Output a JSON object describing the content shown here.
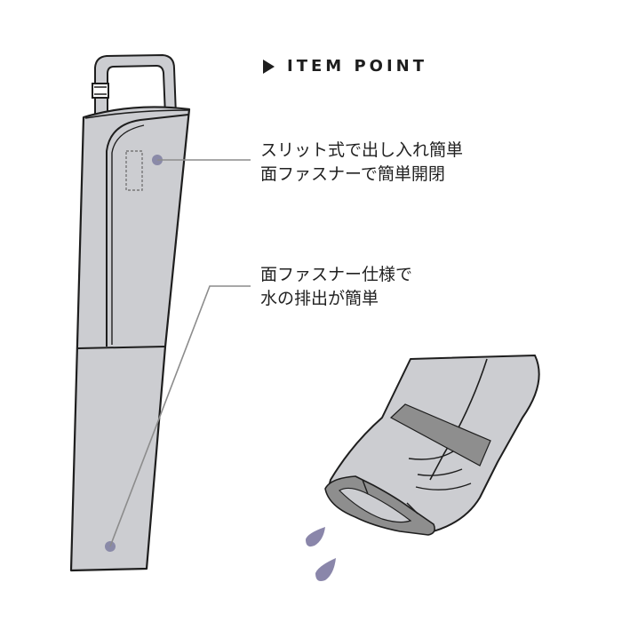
{
  "heading": {
    "text": "ITEM POINT",
    "icon": "triangle-play-icon"
  },
  "callouts": [
    {
      "lines": [
        "スリット式で出し入れ簡単",
        "面ファスナーで簡単開閉"
      ]
    },
    {
      "lines": [
        "面ファスナー仕様で",
        "水の排出が簡単"
      ]
    }
  ],
  "colors": {
    "cover_fill": "#cccdd1",
    "cover_outline": "#1e1e1e",
    "leader_line": "#8c8c8c",
    "marker_dot": "#8a8aa8",
    "fastener_patch": "#8e8e8e",
    "water_drop": "#8a86aa"
  }
}
